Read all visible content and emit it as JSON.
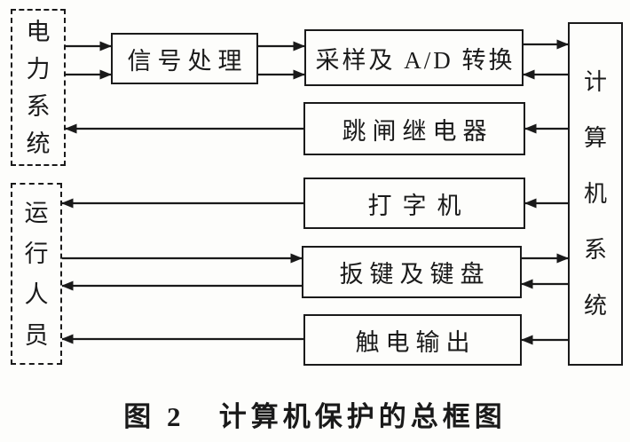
{
  "figure": {
    "caption": "图 2   计算机保护的总框图"
  },
  "nodes": {
    "power_system": {
      "label": "电\n力\n系\n统",
      "border": "dashed",
      "orientation": "vertical"
    },
    "operators": {
      "label": "运\n行\n人\n员",
      "border": "dashed",
      "orientation": "vertical"
    },
    "signal_processing": {
      "label": "信号处理",
      "border": "solid",
      "orientation": "horizontal"
    },
    "sampling_ad": {
      "label": "采样及 A/D 转换",
      "border": "solid",
      "orientation": "horizontal"
    },
    "trip_relay": {
      "label": "跳闸继电器",
      "border": "solid",
      "orientation": "horizontal"
    },
    "typewriter": {
      "label": "打字机",
      "border": "solid",
      "orientation": "horizontal"
    },
    "keys_keyboard": {
      "label": "扳键及键盘",
      "border": "solid",
      "orientation": "horizontal"
    },
    "contact_output": {
      "label": "触电输出",
      "border": "solid",
      "orientation": "horizontal"
    },
    "computer_system": {
      "label": "计\n算\n机\n系\n统",
      "border": "solid",
      "orientation": "vertical"
    }
  },
  "connections": [
    {
      "from": "power_system",
      "to": "signal_processing",
      "line": 1
    },
    {
      "from": "power_system",
      "to": "signal_processing",
      "line": 2
    },
    {
      "from": "signal_processing",
      "to": "sampling_ad",
      "line": 1
    },
    {
      "from": "signal_processing",
      "to": "sampling_ad",
      "line": 2
    },
    {
      "from": "sampling_ad",
      "to": "computer_system"
    },
    {
      "from": "computer_system",
      "to": "sampling_ad"
    },
    {
      "from": "computer_system",
      "to": "trip_relay"
    },
    {
      "from": "trip_relay",
      "to": "power_system"
    },
    {
      "from": "computer_system",
      "to": "typewriter"
    },
    {
      "from": "typewriter",
      "to": "operators"
    },
    {
      "from": "operators",
      "to": "keys_keyboard"
    },
    {
      "from": "keys_keyboard",
      "to": "computer_system"
    },
    {
      "from": "computer_system",
      "to": "keys_keyboard"
    },
    {
      "from": "keys_keyboard",
      "to": "operators"
    },
    {
      "from": "computer_system",
      "to": "contact_output"
    },
    {
      "from": "contact_output",
      "to": "operators"
    }
  ],
  "colors": {
    "ink": "#1a1a1a",
    "paper": "#fdfdfb"
  }
}
